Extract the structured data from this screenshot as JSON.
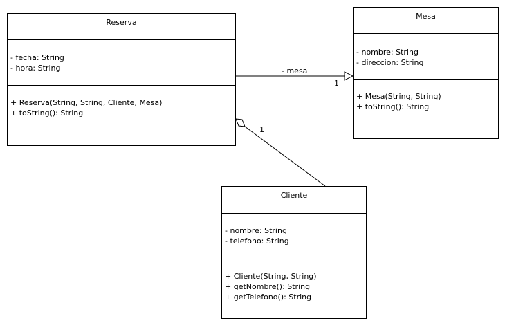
{
  "diagram": {
    "classes": {
      "reserva": {
        "name": "Reserva",
        "attributes": [
          "- fecha: String",
          "- hora: String"
        ],
        "operations": [
          "+ Reserva(String, String, Cliente, Mesa)",
          "+ toString(): String"
        ]
      },
      "mesa": {
        "name": "Mesa",
        "attributes": [
          "- nombre: String",
          "- direccion: String"
        ],
        "operations": [
          "+ Mesa(String, String)",
          "+ toString(): String"
        ]
      },
      "cliente": {
        "name": "Cliente",
        "attributes": [
          "- nombre: String",
          "- telefono: String"
        ],
        "operations": [
          "+ Cliente(String, String)",
          "+ getNombre(): String",
          "+ getTelefono(): String"
        ]
      }
    },
    "associations": {
      "reserva_mesa": {
        "label": "- mesa",
        "multiplicity": "1",
        "arrowhead": "open-triangle"
      },
      "reserva_cliente": {
        "multiplicity": "1",
        "end": "hollow-diamond-aggregation"
      }
    },
    "colors": {
      "line": "#000000",
      "background": "#ffffff"
    }
  }
}
